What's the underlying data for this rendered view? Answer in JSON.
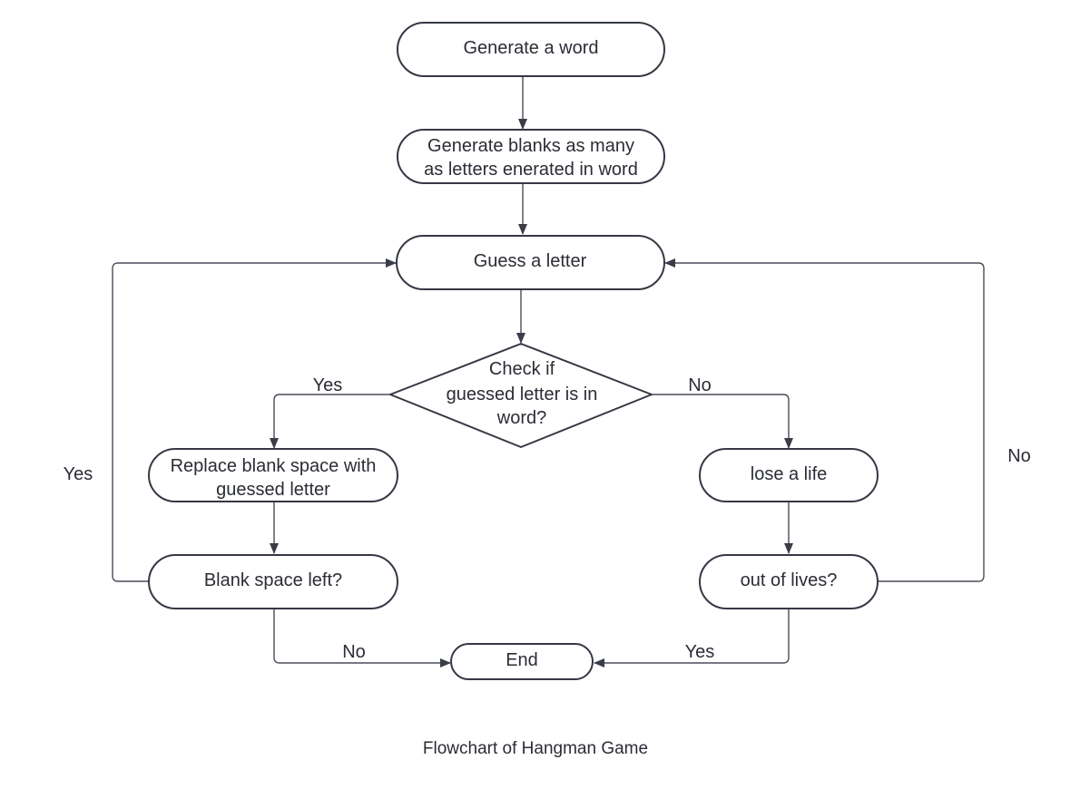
{
  "nodes": {
    "generate_word": {
      "lines": [
        "Generate a word"
      ]
    },
    "generate_blanks": {
      "lines": [
        "Generate blanks as many",
        "as letters enerated in word"
      ]
    },
    "guess_letter": {
      "lines": [
        "Guess a letter"
      ]
    },
    "check_letter": {
      "lines": [
        "Check if",
        "guessed letter is in",
        "word?"
      ]
    },
    "replace_blank": {
      "lines": [
        "Replace blank space with",
        "guessed letter"
      ]
    },
    "blank_left": {
      "lines": [
        "Blank space left?"
      ]
    },
    "lose_life": {
      "lines": [
        "lose a life"
      ]
    },
    "out_of_lives": {
      "lines": [
        "out of lives?"
      ]
    },
    "end": {
      "lines": [
        "End"
      ]
    }
  },
  "edge_labels": {
    "check_yes": "Yes",
    "check_no": "No",
    "blank_yes": "Yes",
    "blank_no": "No",
    "lives_yes": "Yes",
    "lives_no": "No"
  },
  "caption": "Flowchart of Hangman Game"
}
